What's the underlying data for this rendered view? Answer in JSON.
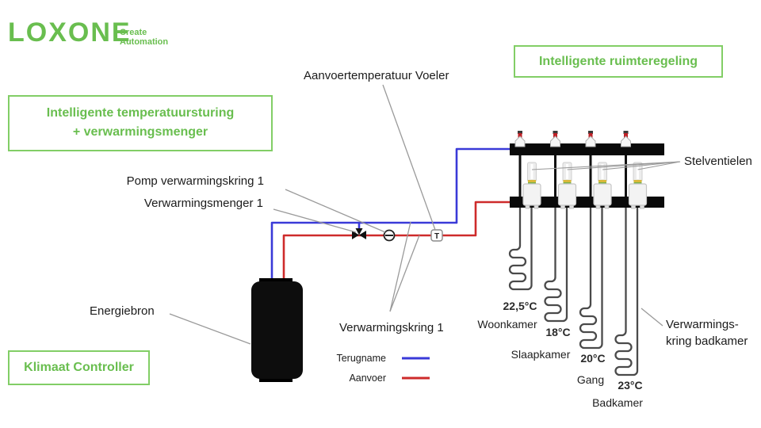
{
  "brand": {
    "logo": "LOXONE",
    "tagline_line1": "Create",
    "tagline_line2": "Automation"
  },
  "colors": {
    "green": "#69BE4F",
    "green_border": "#82CE66",
    "pipe_blue": "#3A3AD8",
    "pipe_red": "#CE2B2B",
    "pointer_gray": "#9a9a9a",
    "coil_gray": "#4a4a4a",
    "manifold_black": "#0a0a0a"
  },
  "callouts": {
    "ruimteregeling": "Intelligente ruimteregeling",
    "temperatuursturing_line1": "Intelligente temperatuursturing",
    "temperatuursturing_line2": "+ verwarmingsmenger",
    "klimaat_controller": "Klimaat Controller"
  },
  "labels": {
    "aanvoer_voeler": "Aanvoertemperatuur Voeler",
    "pomp": "Pomp verwarmingskring 1",
    "menger": "Verwarmingsmenger 1",
    "energiebron": "Energiebron",
    "verwarmingskring": "Verwarmingskring 1",
    "stelventielen": "Stelventielen",
    "kring_badkamer_line1": "Verwarmings-",
    "kring_badkamer_line2": "kring badkamer",
    "sensor": "T"
  },
  "legend": {
    "terugname": "Terugname",
    "aanvoer": "Aanvoer"
  },
  "circuits": [
    {
      "room": "Woonkamer",
      "temp": "22,5°C"
    },
    {
      "room": "Slaapkamer",
      "temp": "18°C"
    },
    {
      "room": "Gang",
      "temp": "20°C"
    },
    {
      "room": "Badkamer",
      "temp": "23°C"
    }
  ]
}
